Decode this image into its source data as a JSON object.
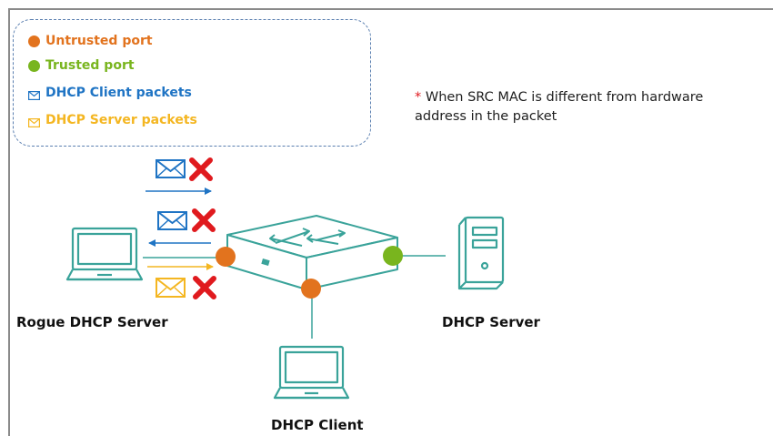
{
  "legend": {
    "untrusted": {
      "label": "Untrusted port",
      "color": "#e2731e"
    },
    "trusted": {
      "label": "Trusted port",
      "color": "#79b51e"
    },
    "client_packets": {
      "label": "DHCP Client packets",
      "color": "#1f74c4",
      "icon": "envelope-icon"
    },
    "server_packets": {
      "label": "DHCP Server packets",
      "color": "#f4b621",
      "icon": "envelope-icon"
    }
  },
  "note": {
    "marker": "*",
    "text_line1": " When SRC MAC is different from hardware",
    "text_line2": "address in the packet"
  },
  "nodes": {
    "rogue": {
      "label": "Rogue DHCP Server",
      "icon": "laptop-icon"
    },
    "server": {
      "label": "DHCP Server",
      "icon": "server-tower-icon"
    },
    "client": {
      "label": "DHCP Client",
      "icon": "laptop-icon"
    },
    "switch": {
      "icon": "network-switch-icon"
    }
  },
  "packet_flows": [
    {
      "packet": "DHCP Client packets",
      "direction": "to rogue server port",
      "blocked": true
    },
    {
      "packet": "DHCP Client packets",
      "direction": "from rogue server port",
      "blocked": true
    },
    {
      "packet": "DHCP Server packets",
      "direction": "from rogue server",
      "blocked": true
    }
  ],
  "colors": {
    "line": "#3aa39a",
    "blocked_x": "#e01a1e"
  }
}
